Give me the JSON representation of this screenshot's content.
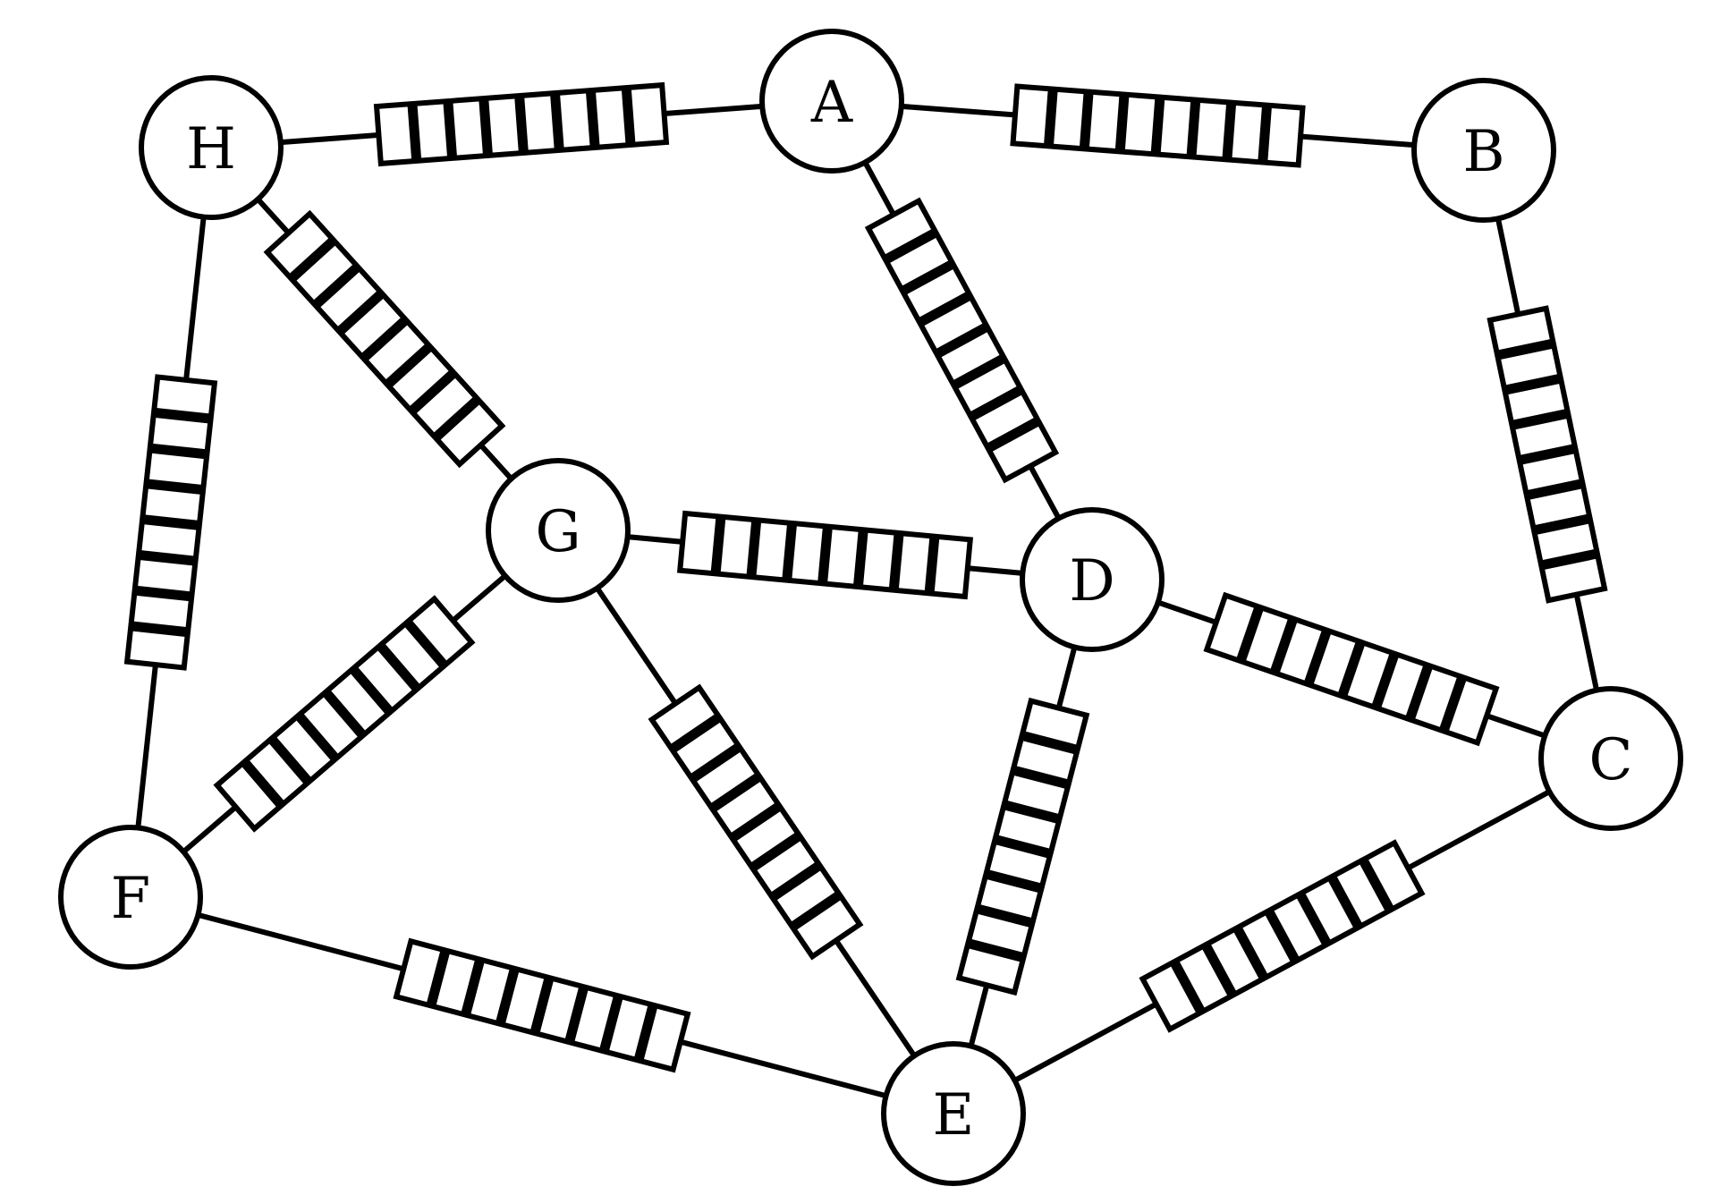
{
  "graph": {
    "nodes": [
      {
        "id": "A",
        "label": "A"
      },
      {
        "id": "B",
        "label": "B"
      },
      {
        "id": "C",
        "label": "C"
      },
      {
        "id": "D",
        "label": "D"
      },
      {
        "id": "E",
        "label": "E"
      },
      {
        "id": "F",
        "label": "F"
      },
      {
        "id": "G",
        "label": "G"
      },
      {
        "id": "H",
        "label": "H"
      }
    ],
    "edges": [
      {
        "from": "H",
        "to": "A",
        "segments": 8
      },
      {
        "from": "A",
        "to": "B",
        "segments": 8
      },
      {
        "from": "A",
        "to": "D",
        "segments": 8
      },
      {
        "from": "B",
        "to": "C",
        "segments": 8
      },
      {
        "from": "H",
        "to": "G",
        "segments": 8
      },
      {
        "from": "H",
        "to": "F",
        "segments": 8
      },
      {
        "from": "G",
        "to": "D",
        "segments": 8
      },
      {
        "from": "D",
        "to": "C",
        "segments": 8
      },
      {
        "from": "G",
        "to": "F",
        "segments": 8
      },
      {
        "from": "G",
        "to": "E",
        "segments": 8
      },
      {
        "from": "D",
        "to": "E",
        "segments": 8
      },
      {
        "from": "C",
        "to": "E",
        "segments": 8
      },
      {
        "from": "F",
        "to": "E",
        "segments": 8
      }
    ]
  }
}
